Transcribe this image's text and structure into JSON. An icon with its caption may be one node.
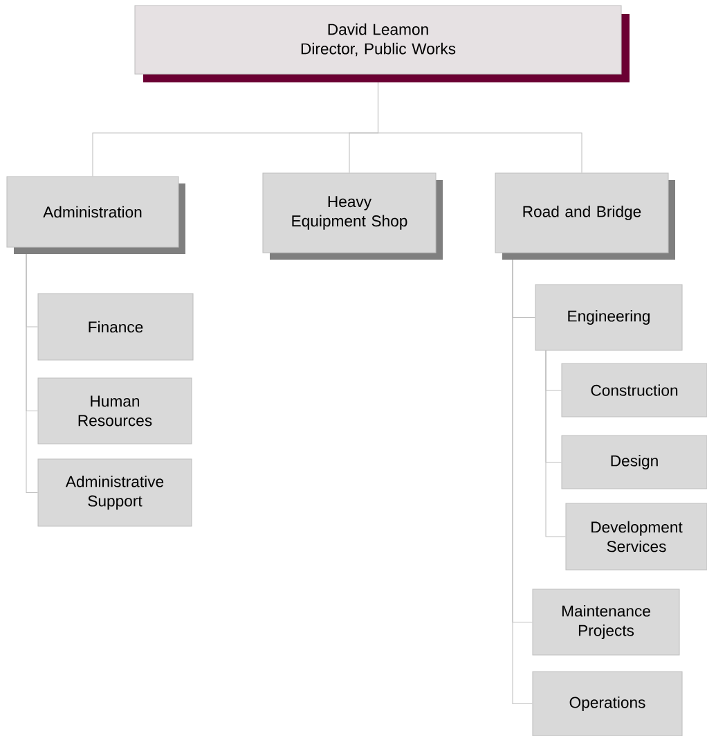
{
  "diagram": {
    "nodes": [
      {
        "text": [
          "David Leamon",
          "Director, Public Works"
        ]
      },
      {
        "text": [
          "Administration"
        ]
      },
      {
        "text": [
          "Heavy Equipment Shop"
        ]
      },
      {
        "text": [
          "Road and Bridge"
        ]
      },
      {
        "text": [
          "Finance"
        ]
      },
      {
        "text": [
          "Human Resources"
        ]
      },
      {
        "text": [
          "Administrative Support"
        ]
      },
      {
        "text": [
          "Engineering"
        ]
      },
      {
        "text": [
          "Construction"
        ]
      },
      {
        "text": [
          "Design"
        ]
      },
      {
        "text": [
          "Development Services"
        ]
      },
      {
        "text": [
          "Maintenance Projects"
        ]
      },
      {
        "text": [
          "Operations"
        ]
      }
    ],
    "edges": [
      {
        "from": 0,
        "to": 1,
        "arrow": "none"
      },
      {
        "from": 0,
        "to": 2,
        "arrow": "none"
      },
      {
        "from": 0,
        "to": 3,
        "arrow": "none"
      },
      {
        "from": 1,
        "to": 4,
        "arrow": "none"
      },
      {
        "from": 1,
        "to": 5,
        "arrow": "none"
      },
      {
        "from": 1,
        "to": 6,
        "arrow": "none"
      },
      {
        "from": 3,
        "to": 7,
        "arrow": "none"
      },
      {
        "from": 7,
        "to": 8,
        "arrow": "none"
      },
      {
        "from": 7,
        "to": 9,
        "arrow": "none"
      },
      {
        "from": 7,
        "to": 10,
        "arrow": "none"
      },
      {
        "from": 3,
        "to": 11,
        "arrow": "none"
      },
      {
        "from": 3,
        "to": 12,
        "arrow": "none"
      }
    ]
  }
}
